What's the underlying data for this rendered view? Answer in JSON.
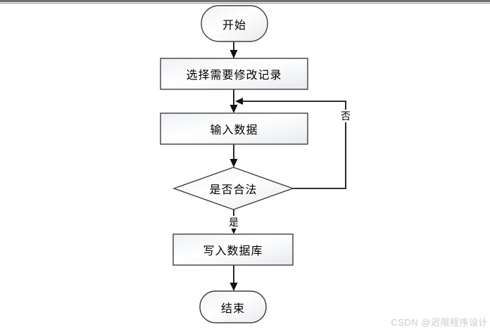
{
  "style": {
    "background": "#ffffff",
    "shape_border": "#3f3f3f",
    "line_color": "#111111",
    "shape_fill_top": "#eef1f5",
    "shape_fill_mid": "#ffffff",
    "shape_fill_bottom": "#e7eaee",
    "top_bar_color": "#6f6f6f",
    "watermark_color": "#cbcbcb"
  },
  "flowchart": {
    "nodes": [
      {
        "id": "start",
        "type": "terminator",
        "label": "开始"
      },
      {
        "id": "select-record",
        "type": "process",
        "label": "选择需要修改记录"
      },
      {
        "id": "input-data",
        "type": "process",
        "label": "输入数据"
      },
      {
        "id": "validity-check",
        "type": "decision",
        "label": "是否合法"
      },
      {
        "id": "write-database",
        "type": "process",
        "label": "写入数据库"
      },
      {
        "id": "end",
        "type": "terminator",
        "label": "结束"
      }
    ],
    "edge_labels": {
      "yes": "是",
      "no": "否"
    }
  },
  "watermark": {
    "text": "CSDN @迟限程序设计"
  }
}
